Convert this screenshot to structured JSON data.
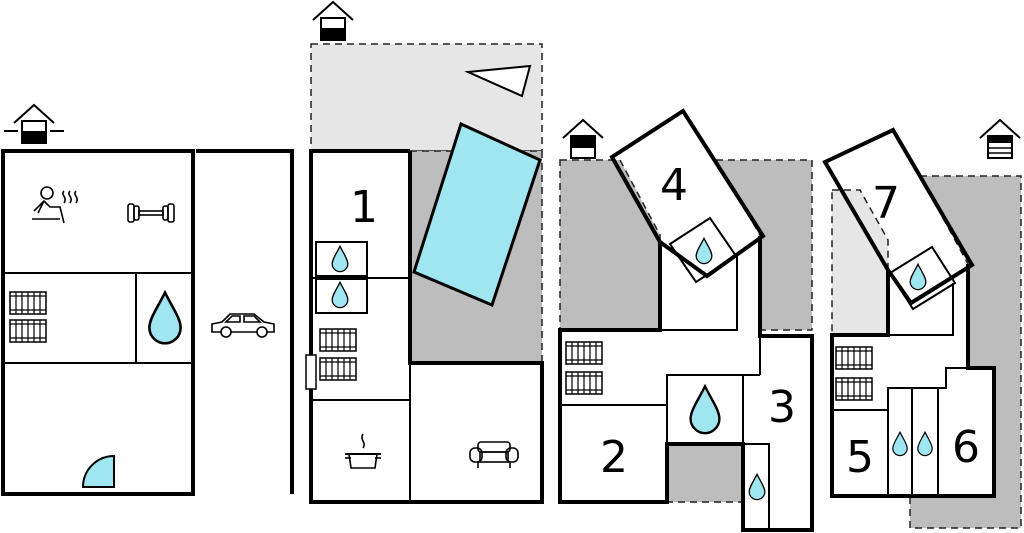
{
  "floors": [
    {
      "id": "floor-basement",
      "level_icon": "house-level-basement-icon"
    },
    {
      "id": "floor-ground",
      "level_icon": "house-level-ground-icon"
    },
    {
      "id": "floor-first",
      "level_icon": "house-level-first-icon"
    },
    {
      "id": "floor-second",
      "level_icon": "house-level-second-icon"
    }
  ],
  "rooms": {
    "r1": "1",
    "r2": "2",
    "r3": "3",
    "r4": "4",
    "r5": "5",
    "r6": "6",
    "r7": "7"
  },
  "icons": [
    "sauna-icon",
    "dumbbell-icon",
    "radiator-icon",
    "water-drop-icon",
    "car-icon",
    "pool-icon",
    "compass-icon",
    "cooking-pot-icon",
    "sofa-icon",
    "door-icon"
  ],
  "colors": {
    "water": "#9fe6f0",
    "terrace": "#bdbdbd",
    "garden": "#e6e6e6",
    "wall": "#000000"
  }
}
